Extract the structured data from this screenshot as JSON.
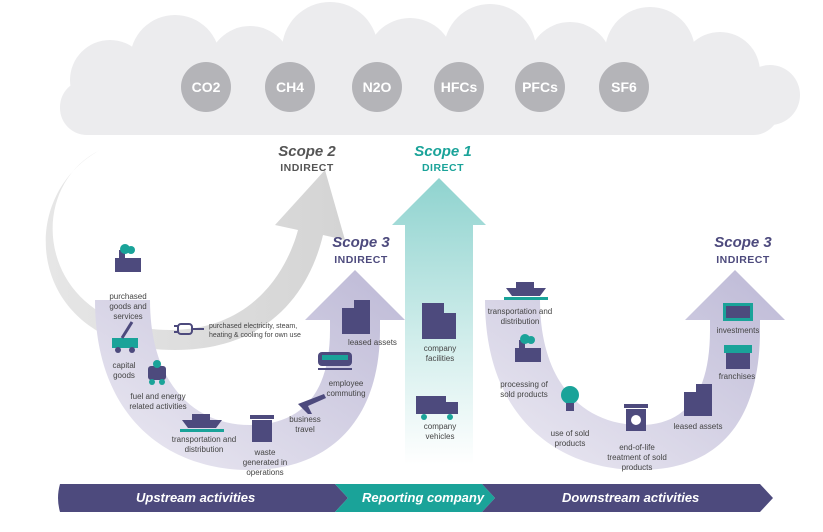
{
  "gases": [
    "CO2",
    "CH4",
    "N2O",
    "HFCs",
    "PFCs",
    "SF6"
  ],
  "scope2": {
    "title": "Scope 2",
    "subtitle": "INDIRECT"
  },
  "scope1": {
    "title": "Scope 1",
    "subtitle": "DIRECT"
  },
  "scope3_upstream": {
    "title": "Scope 3",
    "subtitle": "INDIRECT"
  },
  "scope3_downstream": {
    "title": "Scope 3",
    "subtitle": "INDIRECT"
  },
  "upstream_items": {
    "purchased_goods": "purchased goods and services",
    "capital_goods": "capital goods",
    "fuel_energy": "fuel and energy related activities",
    "transportation": "transportation and distribution",
    "waste": "waste generated in operations",
    "business_travel": "business travel",
    "employee_commuting": "employee commuting",
    "leased_assets": "leased assets",
    "purchased_electricity": "purchased electricity, steam, heating & cooling for own use"
  },
  "company_items": {
    "facilities": "company facilities",
    "vehicles": "company vehicles"
  },
  "downstream_items": {
    "transportation": "transportation and distribution",
    "processing": "processing of sold products",
    "use": "use of sold products",
    "end_of_life": "end-of-life treatment of sold products",
    "leased_assets": "leased assets",
    "franchises": "franchises",
    "investments": "investments"
  },
  "bar": {
    "upstream": "Upstream activities",
    "reporting": "Reporting company",
    "downstream": "Downstream activities"
  },
  "colors": {
    "teal": "#1aa399",
    "purple": "#4d4a7d",
    "grey_gas": "#b4b4b8",
    "cloud": "#ececee"
  }
}
